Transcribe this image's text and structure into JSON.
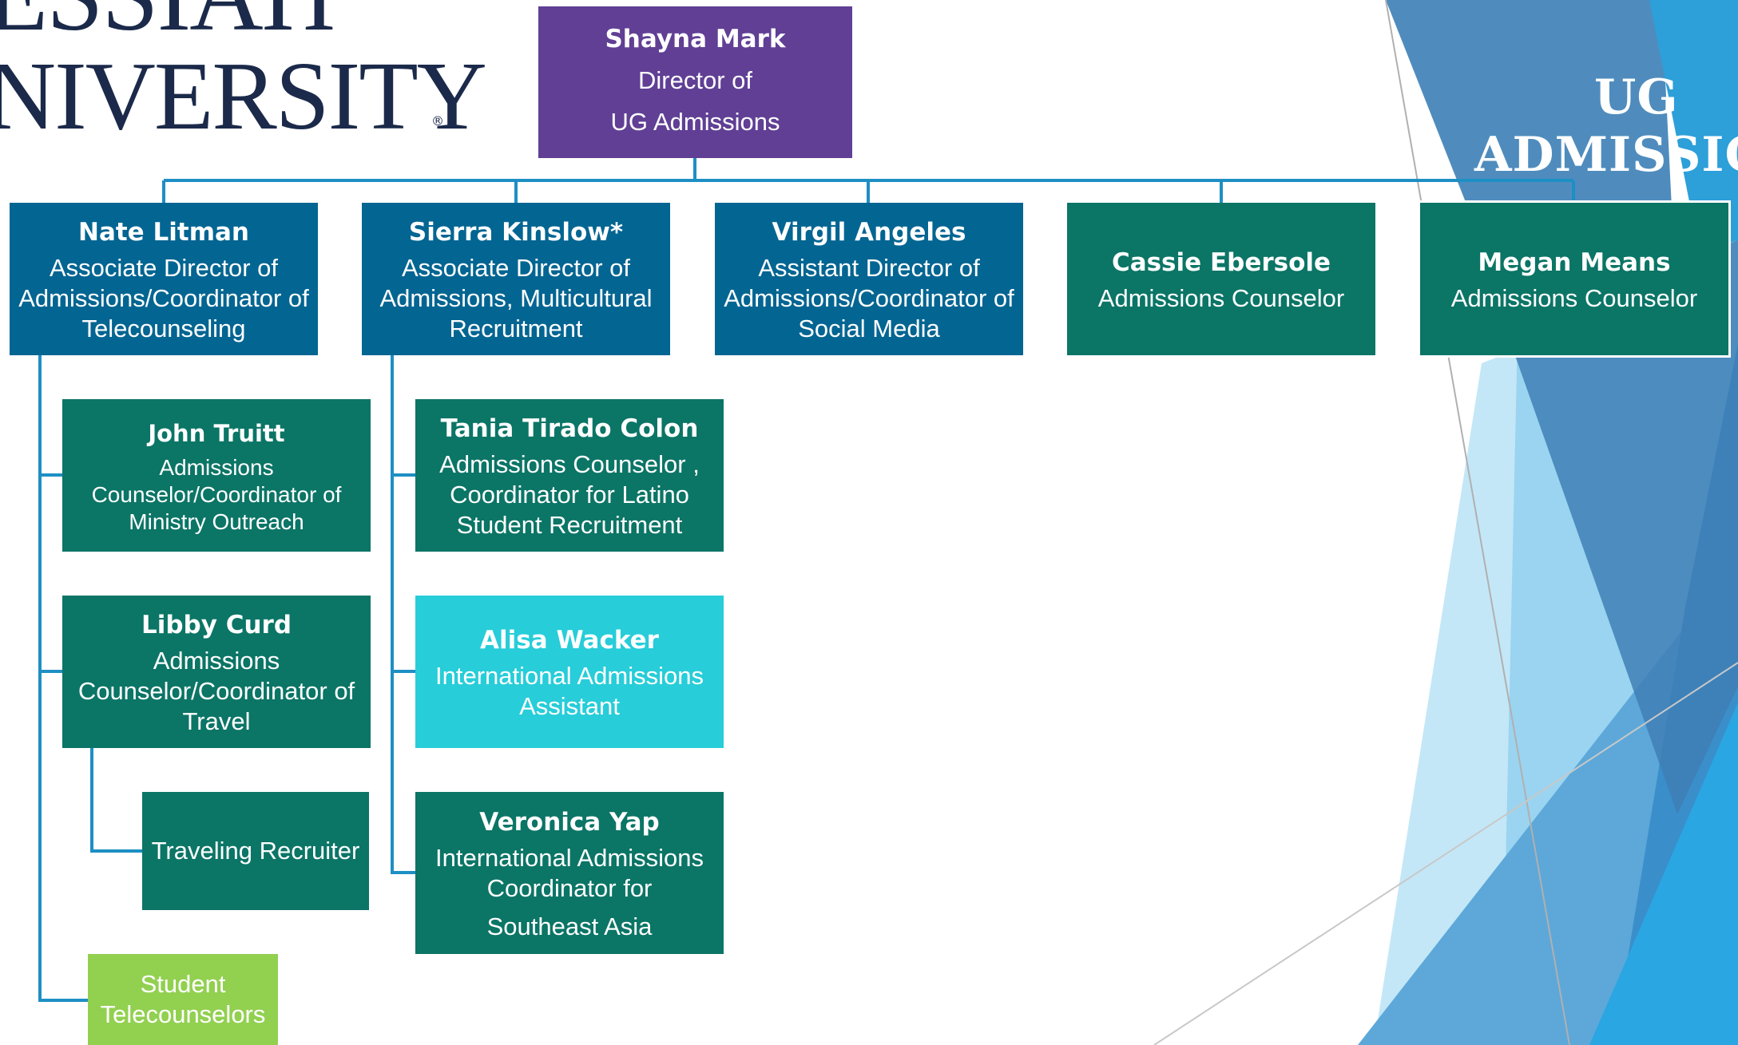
{
  "logo": {
    "line1": "ESSIAH",
    "line2": "NIVERSITY",
    "registered": "®"
  },
  "slide_title": {
    "line1": "UG",
    "line2": "ADMISSION"
  },
  "colors": {
    "purple": "#603f95",
    "blue": "#036592",
    "teal": "#0b7566",
    "cyan": "#27cdd9",
    "lime": "#92d050",
    "connector": "#1e8fc4",
    "logo": "#1b2a4a"
  },
  "org": {
    "director": {
      "name": "Shayna Mark",
      "role": [
        "Director of",
        "UG Admissions"
      ]
    },
    "nate": {
      "name": "Nate Litman",
      "role": [
        "Associate Director of",
        "Admissions/Coordinator of",
        "Telecounseling"
      ]
    },
    "sierra": {
      "name": "Sierra Kinslow*",
      "role": [
        "Associate Director of",
        "Admissions, Multicultural",
        "Recruitment"
      ]
    },
    "virgil": {
      "name": "Virgil Angeles",
      "role": [
        "Assistant Director of",
        "Admissions/Coordinator of",
        "Social Media"
      ]
    },
    "cassie": {
      "name": "Cassie Ebersole",
      "role": [
        "Admissions Counselor"
      ]
    },
    "megan": {
      "name": "Megan Means",
      "role": [
        "Admissions Counselor"
      ]
    },
    "john": {
      "name": "John Truitt",
      "role": [
        "Admissions",
        "Counselor/Coordinator of",
        "Ministry Outreach"
      ]
    },
    "libby": {
      "name": "Libby Curd",
      "role": [
        "Admissions",
        "Counselor/Coordinator of",
        "Travel"
      ]
    },
    "traveling": {
      "role": [
        "Traveling Recruiter"
      ]
    },
    "students": {
      "role": [
        "Student",
        "Telecounselors"
      ]
    },
    "tania": {
      "name": "Tania Tirado Colon",
      "role": [
        "Admissions Counselor ,",
        "Coordinator for Latino",
        "Student Recruitment"
      ]
    },
    "alisa": {
      "name": "Alisa Wacker",
      "role": [
        "International Admissions",
        "Assistant"
      ]
    },
    "veronica": {
      "name": "Veronica Yap",
      "role": [
        "International Admissions",
        "Coordinator for",
        "Southeast Asia"
      ]
    }
  }
}
